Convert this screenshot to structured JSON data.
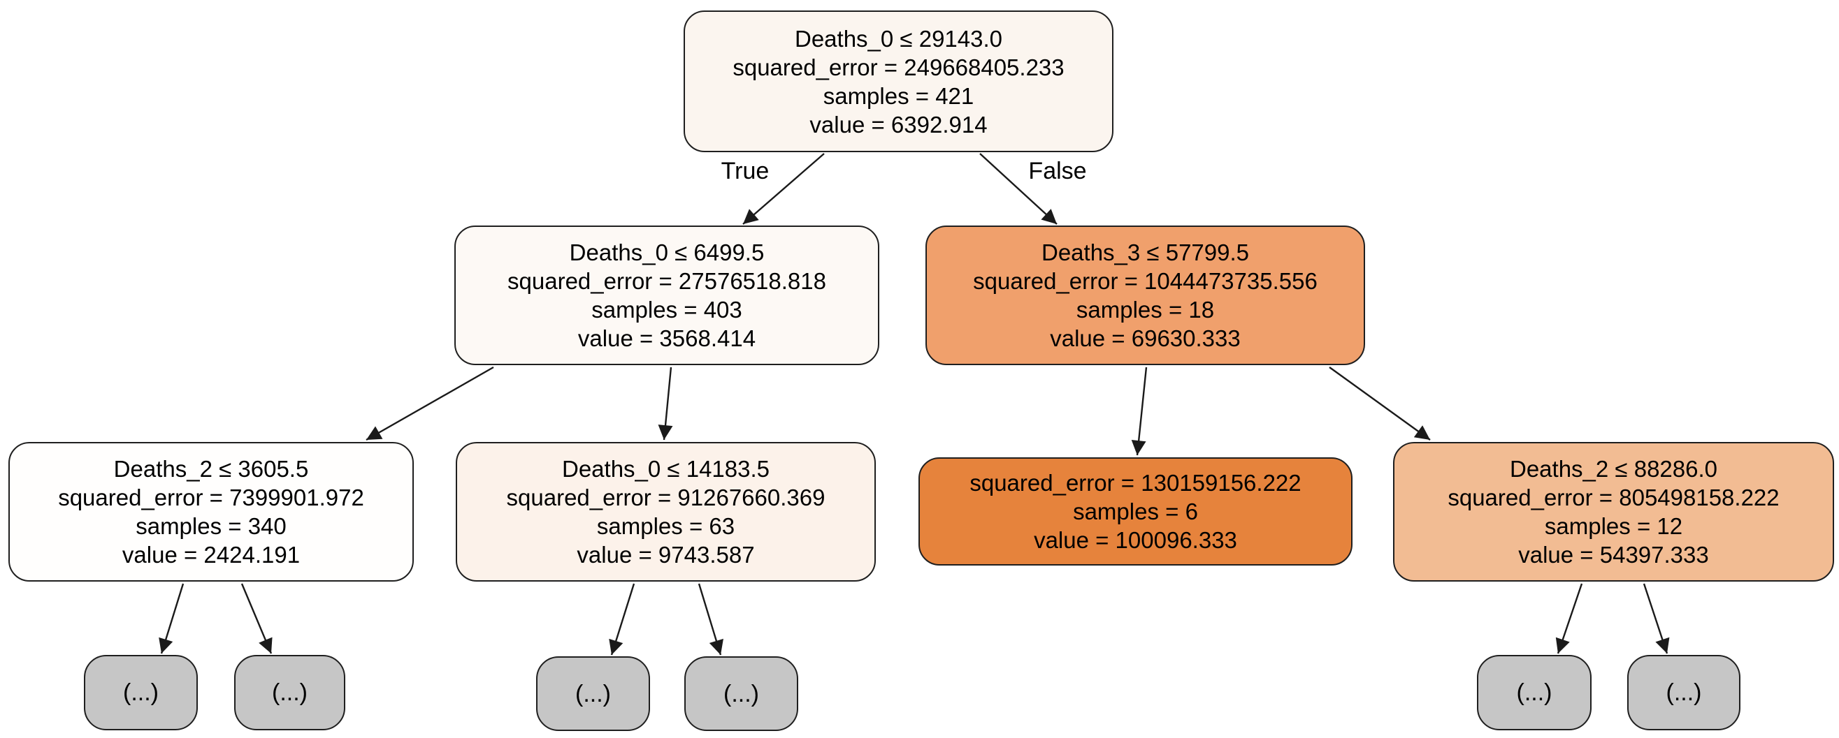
{
  "diagram": {
    "type": "decision-tree-regression-plot",
    "criterion": "squared_error",
    "edge_labels": {
      "true": "True",
      "false": "False"
    },
    "pruned_placeholder": "(...)"
  },
  "colors": {
    "background": "#ffffff",
    "node_border": "#1f1f1f",
    "edge_line": "#1a1a1a",
    "text": "#000000",
    "pruned_fill": "#c6c6c6",
    "value_scale_low": "#ffffff",
    "value_scale_high": "#e58139"
  },
  "nodes": [
    {
      "split": "Deaths_0 ≤ 29143.0",
      "error": "squared_error = 249668405.233",
      "samples": "samples = 421",
      "value": "value = 6392.914",
      "fill": "#fbf5ef"
    },
    {
      "split": "Deaths_0 ≤ 6499.5",
      "error": "squared_error = 27576518.818",
      "samples": "samples = 403",
      "value": "value = 3568.414",
      "fill": "#fdf9f5"
    },
    {
      "split": "Deaths_3 ≤ 57799.5",
      "error": "squared_error = 1044473735.556",
      "samples": "samples = 18",
      "value": "value = 69630.333",
      "fill": "#f0a06c"
    },
    {
      "split": "Deaths_2 ≤ 3605.5",
      "error": "squared_error = 7399901.972",
      "samples": "samples = 340",
      "value": "value = 2424.191",
      "fill": "#fffefd"
    },
    {
      "split": "Deaths_0 ≤ 14183.5",
      "error": "squared_error = 91267660.369",
      "samples": "samples = 63",
      "value": "value = 9743.587",
      "fill": "#fcf2ea"
    },
    {
      "error": "squared_error = 130159156.222",
      "samples": "samples = 6",
      "value": "value = 100096.333",
      "fill": "#e6833c"
    },
    {
      "split": "Deaths_2 ≤ 88286.0",
      "error": "squared_error = 805498158.222",
      "samples": "samples = 12",
      "value": "value = 54397.333",
      "fill": "#f2bc93"
    },
    {
      "label": "(...)",
      "fill": "#c6c6c6"
    },
    {
      "label": "(...)",
      "fill": "#c6c6c6"
    },
    {
      "label": "(...)",
      "fill": "#c6c6c6"
    },
    {
      "label": "(...)",
      "fill": "#c6c6c6"
    },
    {
      "label": "(...)",
      "fill": "#c6c6c6"
    },
    {
      "label": "(...)",
      "fill": "#c6c6c6"
    }
  ]
}
